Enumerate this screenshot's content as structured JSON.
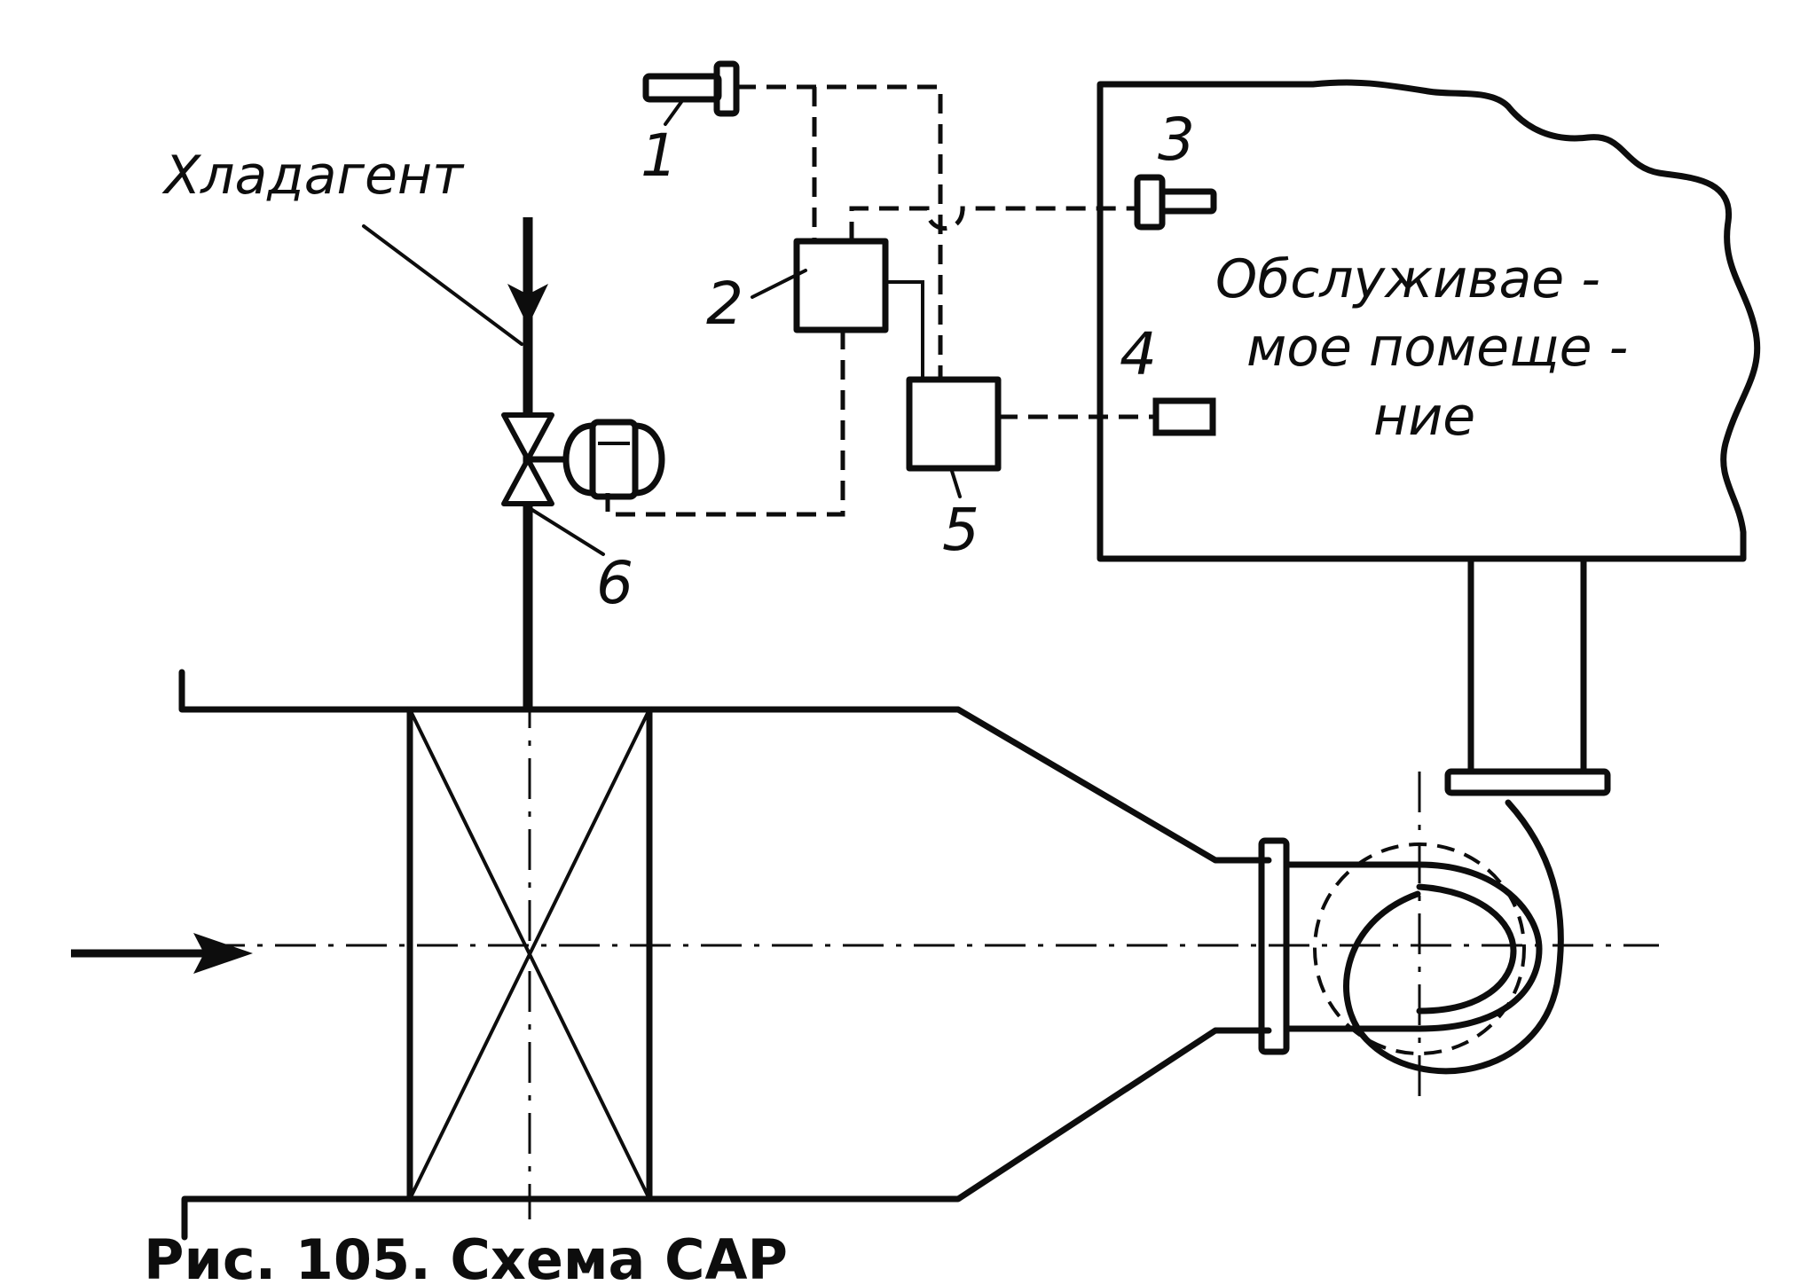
{
  "labels": {
    "refrigerant": "Хладагент",
    "room_line1": "Обслуживае -",
    "room_line2": "мое помеще -",
    "room_line3": "ние"
  },
  "callouts": {
    "n1": "1",
    "n2": "2",
    "n3": "3",
    "n4": "4",
    "n5": "5",
    "n6": "6"
  },
  "caption": "Рис. 105. Схема САР"
}
